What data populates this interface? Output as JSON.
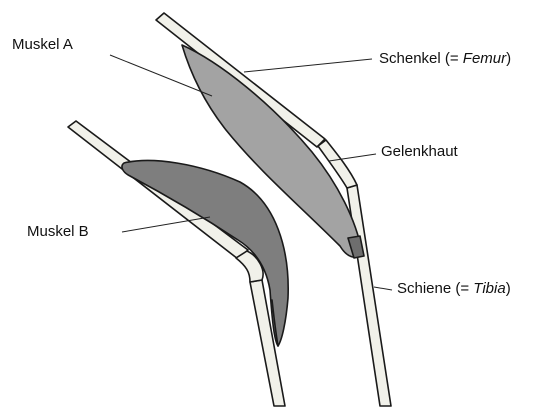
{
  "labels": {
    "muscle_a": "Muskel A",
    "muscle_b": "Muskel B",
    "femur_prefix": "Schenkel (= ",
    "femur_term": "Femur",
    "femur_suffix": ")",
    "joint_membrane": "Gelenkhaut",
    "tibia_prefix": "Schiene (= ",
    "tibia_term": "Tibia",
    "tibia_suffix": ")"
  },
  "colors": {
    "muscle_a_fill": "#a3a3a3",
    "muscle_b_fill": "#7e7e7e",
    "cuticle_fill": "#f1f1ea",
    "outline": "#1a1a1a"
  }
}
